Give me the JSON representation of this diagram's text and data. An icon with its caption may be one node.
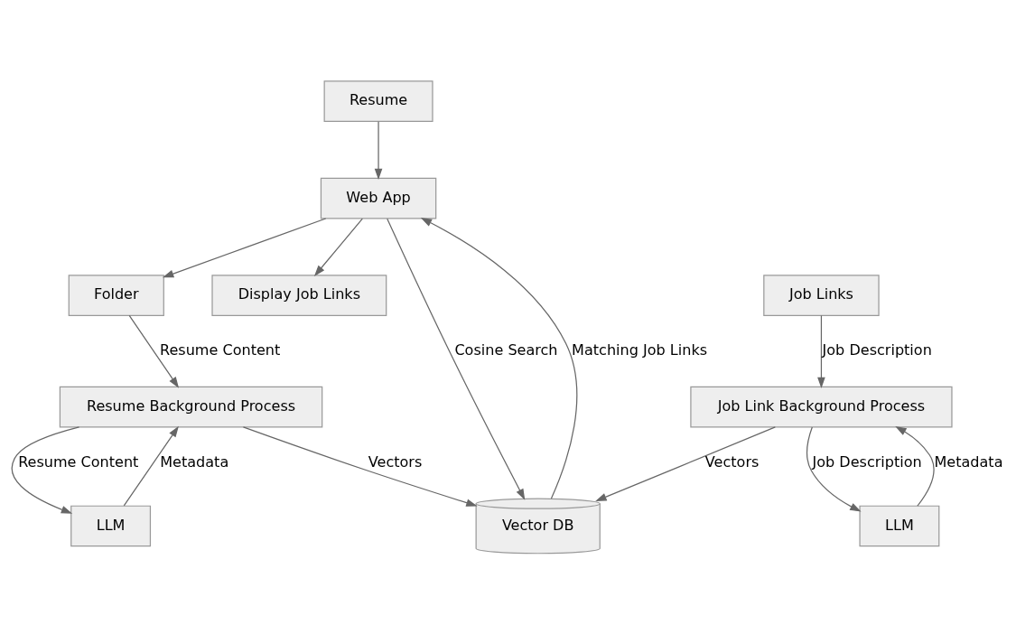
{
  "diagram": {
    "nodes": [
      {
        "text": [
          "Resume"
        ]
      },
      {
        "text": [
          "Web App"
        ]
      },
      {
        "text": [
          "Folder"
        ]
      },
      {
        "text": [
          "Display Job Links"
        ]
      },
      {
        "text": [
          "Job Links"
        ]
      },
      {
        "text": [
          "Resume Background Process"
        ]
      },
      {
        "text": [
          "Job Link Background Process"
        ]
      },
      {
        "text": [
          "LLM"
        ]
      },
      {
        "text": [
          "Vector DB"
        ]
      },
      {
        "text": [
          "LLM"
        ]
      }
    ],
    "edges": [
      {
        "from": 0,
        "to": 1,
        "arrow": "to"
      },
      {
        "from": 1,
        "to": 2,
        "arrow": "to"
      },
      {
        "from": 1,
        "to": 8,
        "arrow": "to",
        "label": "Cosine Search"
      },
      {
        "from": 1,
        "to": 3,
        "arrow": "to"
      },
      {
        "from": 8,
        "to": 1,
        "arrow": "to",
        "label": "Matching Job Links"
      },
      {
        "from": 2,
        "to": 5,
        "arrow": "to",
        "label": "Resume Content"
      },
      {
        "from": 4,
        "to": 6,
        "arrow": "to",
        "label": "Job Description"
      },
      {
        "from": 5,
        "to": 7,
        "arrow": "to",
        "label": "Resume Content"
      },
      {
        "from": 7,
        "to": 5,
        "arrow": "to",
        "label": "Metadata"
      },
      {
        "from": 5,
        "to": 8,
        "arrow": "to",
        "label": "Vectors"
      },
      {
        "from": 6,
        "to": 8,
        "arrow": "to",
        "label": "Vectors"
      },
      {
        "from": 6,
        "to": 9,
        "arrow": "to",
        "label": "Job Description"
      },
      {
        "from": 9,
        "to": 6,
        "arrow": "to",
        "label": "Metadata"
      }
    ]
  }
}
